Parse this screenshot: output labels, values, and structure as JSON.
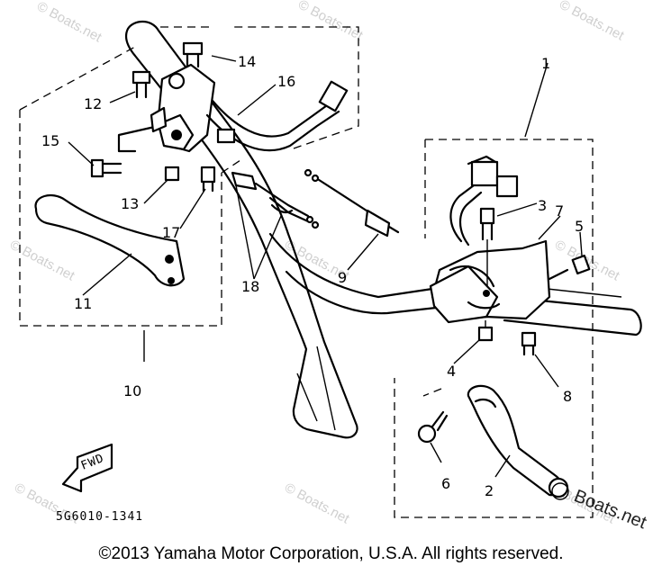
{
  "diagram": {
    "callouts": [
      "1",
      "2",
      "3",
      "4",
      "5",
      "6",
      "7",
      "8",
      "9",
      "10",
      "11",
      "12",
      "13",
      "14",
      "15",
      "16",
      "17",
      "18"
    ],
    "drawing_code": "5G6010-1341",
    "fwd_label": "FWD",
    "watermarks": [
      "© Boats.net",
      "© Boats.net",
      "© Boats.net",
      "© Boats.net",
      "© Boats.net",
      "© Boats.net",
      "© Boats.net",
      "© Boats.net",
      "© Boats.net"
    ],
    "watermark_big": "Boats.net"
  },
  "footer": {
    "copyright": "©2013 Yamaha Motor Corporation, U.S.A. All rights reserved."
  }
}
